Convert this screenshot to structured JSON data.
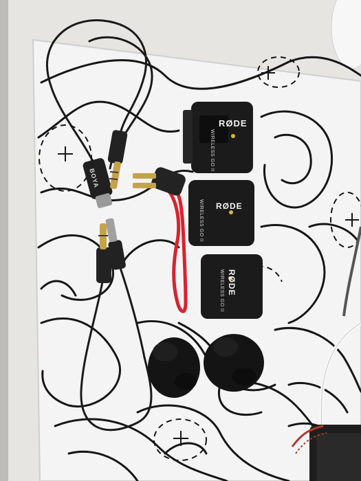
{
  "photo": {
    "device_1": {
      "brand": "RØDE",
      "series": "WIRELESS GO II"
    },
    "device_2": {
      "brand": "RØDE",
      "series": "WIRELESS GO II"
    },
    "device_3": {
      "brand": "RØDE",
      "series": "WIRELESS GO II"
    },
    "adapter_label": "BOYA"
  },
  "colors": {
    "mat": "#f4f4f4",
    "contour_lines": "#161616",
    "devices": "#1b1b1b",
    "red_cable": "#d8232f",
    "background": "#e9e8e4"
  }
}
